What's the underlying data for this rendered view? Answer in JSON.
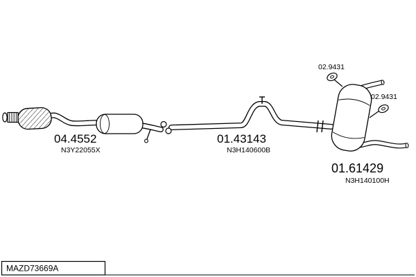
{
  "colors": {
    "background": "#ffffff",
    "line": "#000000"
  },
  "parts": {
    "catalyst": {
      "number": "04.4552",
      "code": "N3Y22055X"
    },
    "middle_silencer": {
      "number": "01.43143",
      "code": "N3H140600B"
    },
    "rear_silencer": {
      "number": "01.61429",
      "code": "N3H140100H"
    },
    "hanger_top": {
      "number": "02.9431"
    },
    "hanger_side": {
      "number": "02.9431"
    }
  },
  "footer": {
    "reference": "MAZD73669A"
  }
}
